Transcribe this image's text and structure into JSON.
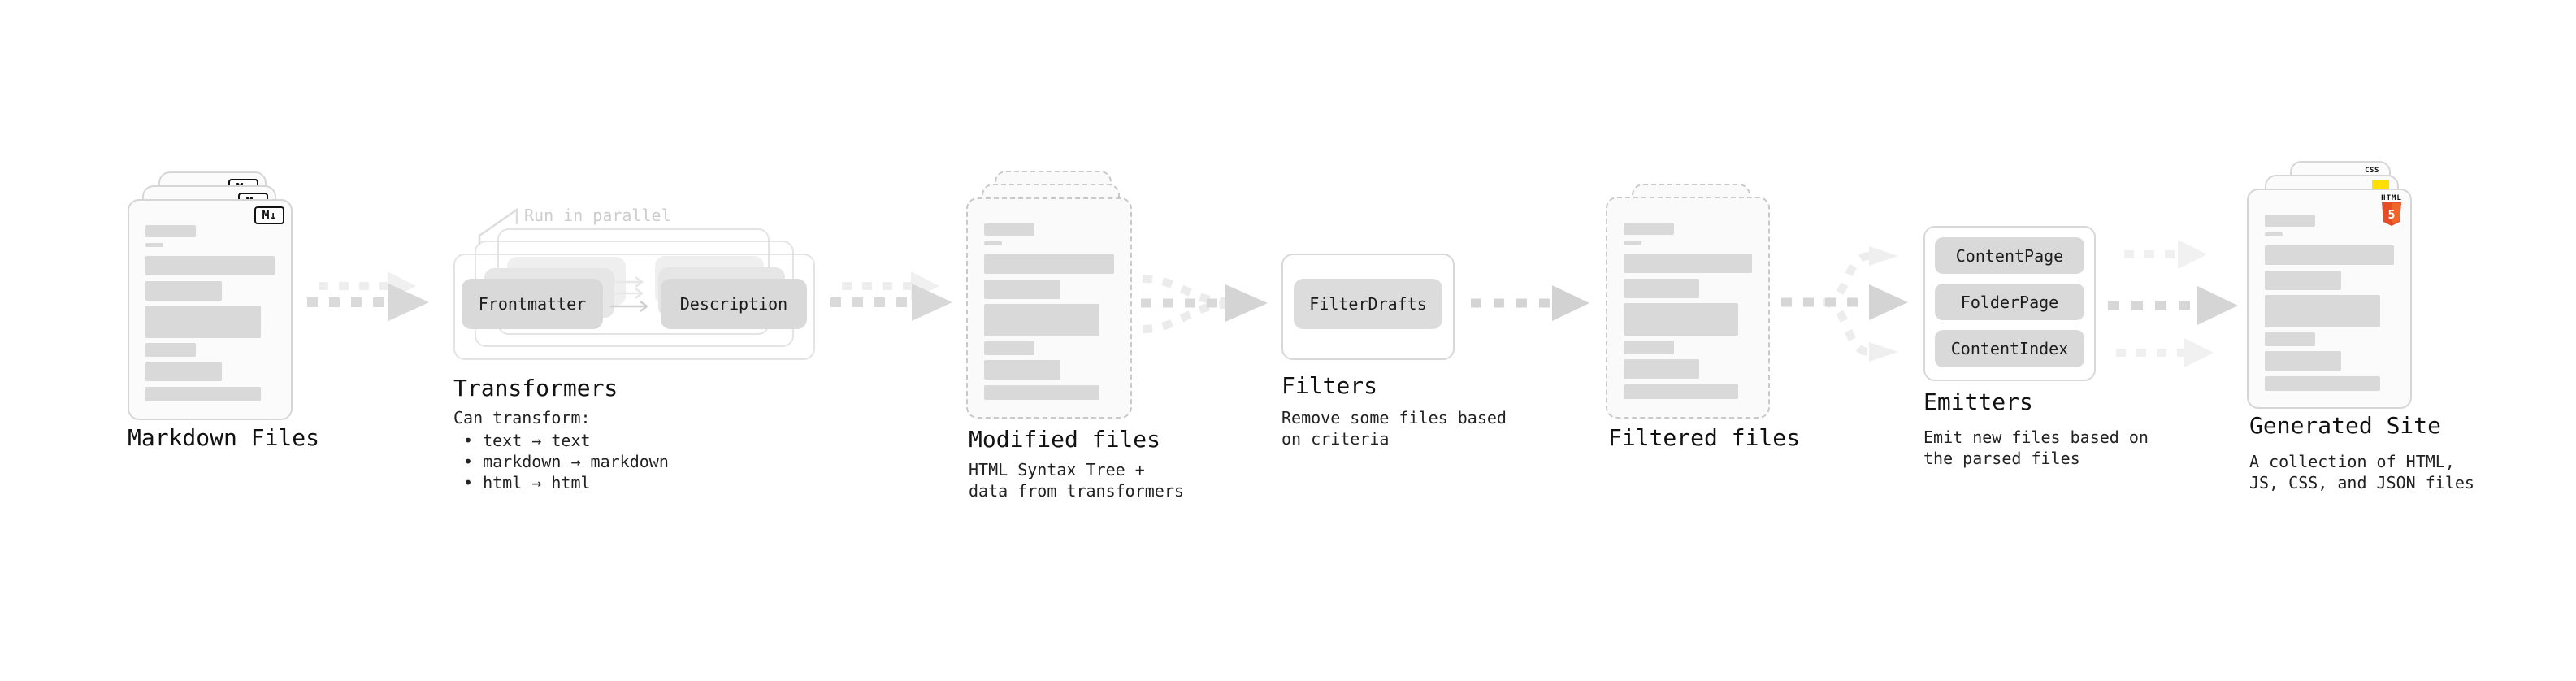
{
  "diagram": {
    "markdown": {
      "title": "Markdown Files",
      "badge": "M↓"
    },
    "transformers": {
      "annotation": "Run in parallel",
      "pill_from": "Frontmatter",
      "pill_to": "Description",
      "title": "Transformers",
      "heading": "Can transform:",
      "bullets": [
        "• text → text",
        "• markdown → markdown",
        "• html → html"
      ]
    },
    "modified": {
      "title": "Modified files",
      "subtitle": "HTML Syntax Tree +\ndata from transformers"
    },
    "filters": {
      "pill": "FilterDrafts",
      "title": "Filters",
      "subtitle": "Remove some files based\non criteria"
    },
    "filtered": {
      "title": "Filtered files"
    },
    "emitters": {
      "pills": [
        "ContentPage",
        "FolderPage",
        "ContentIndex"
      ],
      "title": "Emitters",
      "subtitle": "Emit new files based on\nthe parsed files"
    },
    "generated": {
      "title": "Generated Site",
      "subtitle": "A collection of HTML,\nJS, CSS, and JSON files",
      "badge_css": "CSS",
      "badge_html": "HTML",
      "badge_html_number": "5"
    },
    "colors": {
      "html5_orange": "#e44d26",
      "html5_orange_light": "#f16529",
      "js_yellow": "#ffe000",
      "css_blue": "#2b63e8",
      "skeleton_gray": "#d9d9d9",
      "arrow_gray": "#d6d6d6",
      "arrow_light": "#ededed"
    }
  }
}
